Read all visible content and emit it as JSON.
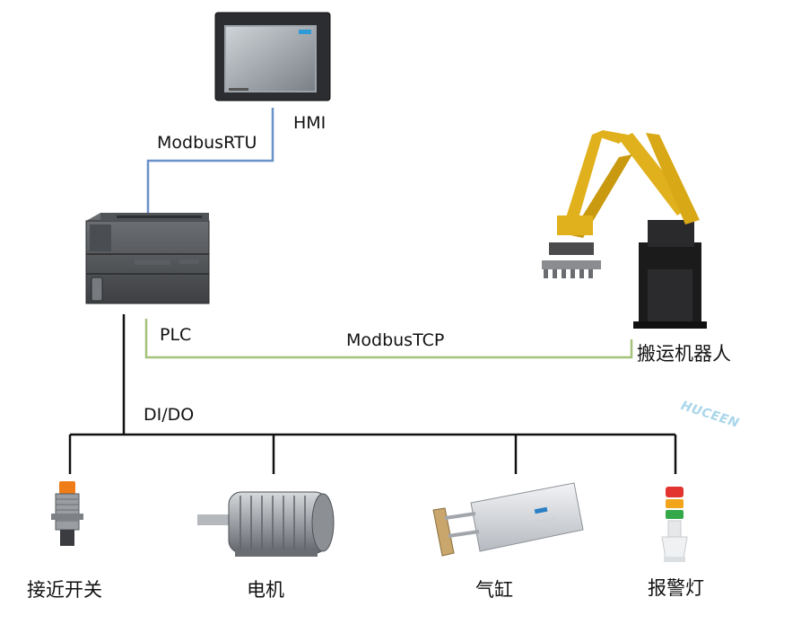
{
  "links": {
    "hmi_plc": "ModbusRTU",
    "plc_robot": "ModbusTCP",
    "plc_bus": "DI/DO"
  },
  "devices": {
    "hmi": "HMI",
    "plc": "PLC",
    "robot": "搬运机器人",
    "proximity_switch": "接近开关",
    "motor": "电机",
    "cylinder": "气缸",
    "alarm_light": "报警灯"
  },
  "watermark": "HUCEEN",
  "colors": {
    "rtu_line": "#6a91c8",
    "tcp_line": "#a4c27a",
    "bus_line": "#111111",
    "robot_yellow": "#e0b11c"
  }
}
